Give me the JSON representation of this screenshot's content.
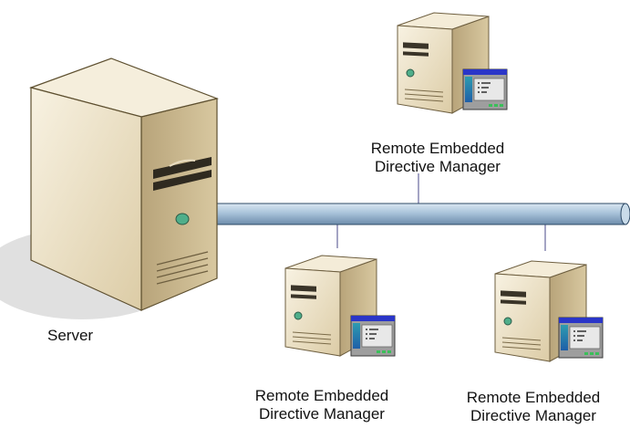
{
  "server": {
    "label": "Server"
  },
  "clients": [
    {
      "line1": "Remote Embedded",
      "line2": "Directive Manager"
    },
    {
      "line1": "Remote Embedded",
      "line2": "Directive Manager"
    },
    {
      "line1": "Remote Embedded",
      "line2": "Directive Manager"
    }
  ],
  "colors": {
    "tower_front": "#ebe1c8",
    "tower_side": "#c8b48a",
    "tower_top": "#f4ecd8",
    "network_bus": "#a9c3da",
    "window_titlebar": "#2a35c8",
    "window_sidebar": "#1e8a9c"
  }
}
